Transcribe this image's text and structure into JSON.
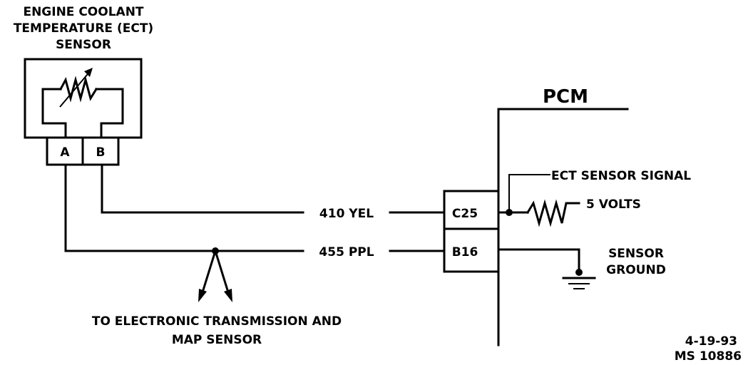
{
  "sensor": {
    "title_line1": "ENGINE COOLANT",
    "title_line2": "TEMPERATURE (ECT)",
    "title_line3": "SENSOR",
    "pin_a": "A",
    "pin_b": "B"
  },
  "pcm": {
    "title": "PCM",
    "pin_c25": "C25",
    "pin_b16": "B16",
    "ect_signal_label": "ECT SENSOR SIGNAL",
    "five_volts_label": "5 VOLTS",
    "ground_label_line1": "SENSOR",
    "ground_label_line2": "GROUND"
  },
  "wires": {
    "yel": "410 YEL",
    "ppl": "455 PPL"
  },
  "note": {
    "line1": "TO ELECTRONIC TRANSMISSION AND",
    "line2": "MAP SENSOR"
  },
  "footer": {
    "date": "4-19-93",
    "code": "MS 10886"
  }
}
